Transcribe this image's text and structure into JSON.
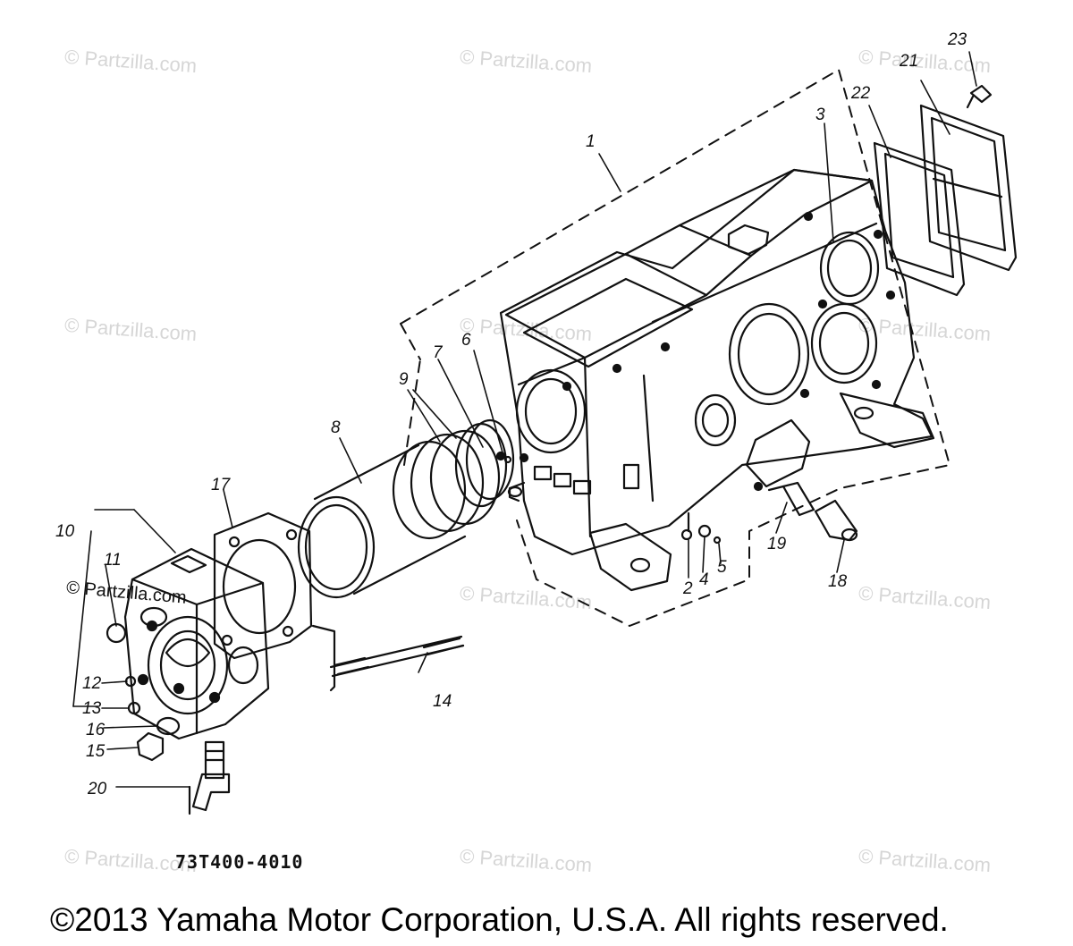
{
  "watermark": "© Partzilla.com",
  "part_labels": [
    {
      "id": "1",
      "text": "1"
    },
    {
      "id": "2",
      "text": "2"
    },
    {
      "id": "3",
      "text": "3"
    },
    {
      "id": "4",
      "text": "4"
    },
    {
      "id": "5",
      "text": "5"
    },
    {
      "id": "6",
      "text": "6"
    },
    {
      "id": "7",
      "text": "7"
    },
    {
      "id": "8",
      "text": "8"
    },
    {
      "id": "9",
      "text": "9"
    },
    {
      "id": "10",
      "text": "10"
    },
    {
      "id": "11",
      "text": "11"
    },
    {
      "id": "12",
      "text": "12"
    },
    {
      "id": "13",
      "text": "13"
    },
    {
      "id": "14",
      "text": "14"
    },
    {
      "id": "15",
      "text": "15"
    },
    {
      "id": "16",
      "text": "16"
    },
    {
      "id": "17",
      "text": "17"
    },
    {
      "id": "18",
      "text": "18"
    },
    {
      "id": "19",
      "text": "19"
    },
    {
      "id": "20",
      "text": "20"
    },
    {
      "id": "21",
      "text": "21"
    },
    {
      "id": "22",
      "text": "22"
    },
    {
      "id": "23",
      "text": "23"
    }
  ],
  "drawing_number": "73T400-4010",
  "copyright": "©2013 Yamaha Motor Corporation, U.S.A. All rights reserved."
}
